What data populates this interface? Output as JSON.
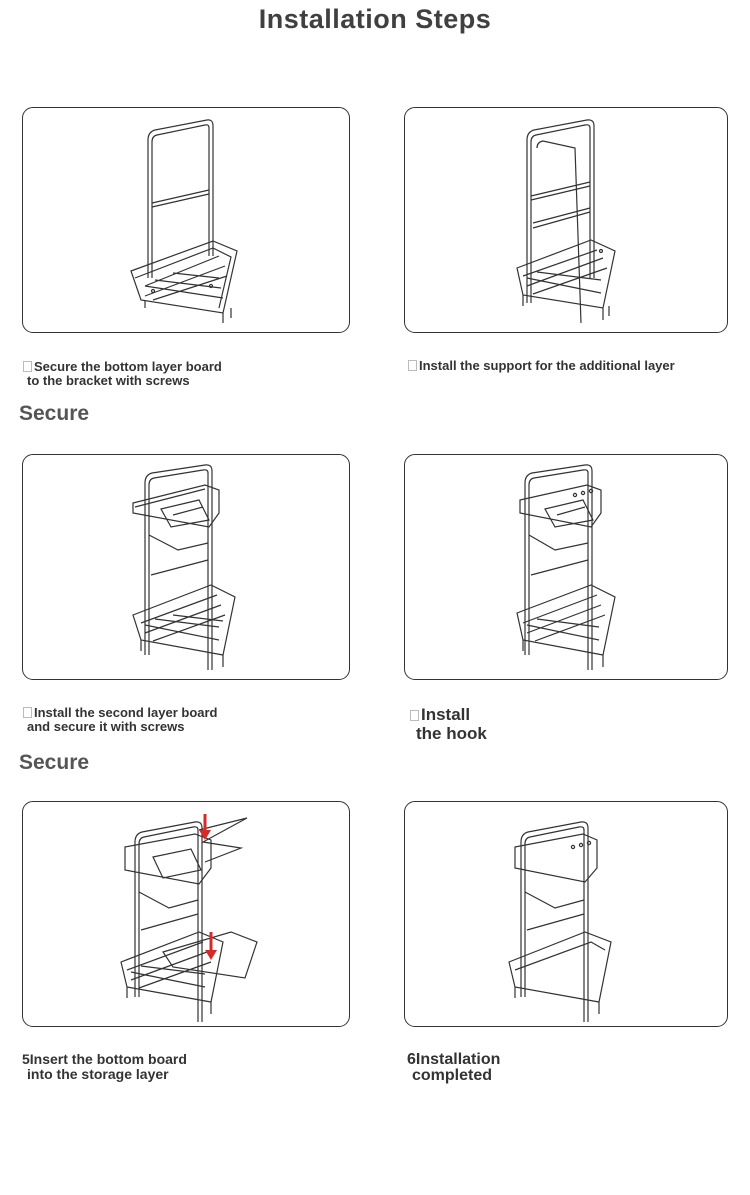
{
  "title": "Installation Steps",
  "steps": [
    {
      "num": "",
      "lines": [
        "Secure the bottom layer board",
        "to the bracket with screws"
      ]
    },
    {
      "num": "",
      "lines": [
        "Install the support for the additional layer"
      ]
    },
    {
      "num": "",
      "lines": [
        "Install the second layer board",
        "and secure it with screws"
      ]
    },
    {
      "num": "",
      "lines": [
        "Install",
        "the hook"
      ]
    },
    {
      "num": "5",
      "lines": [
        "Insert the bottom board",
        "into the storage layer"
      ]
    },
    {
      "num": "6",
      "lines": [
        "Installation",
        "completed"
      ]
    }
  ],
  "sections": [
    "Secure",
    "Secure"
  ],
  "colors": {
    "arrow": "#d42a2a",
    "line": "#333333"
  },
  "icons": [
    "box-glyph"
  ]
}
